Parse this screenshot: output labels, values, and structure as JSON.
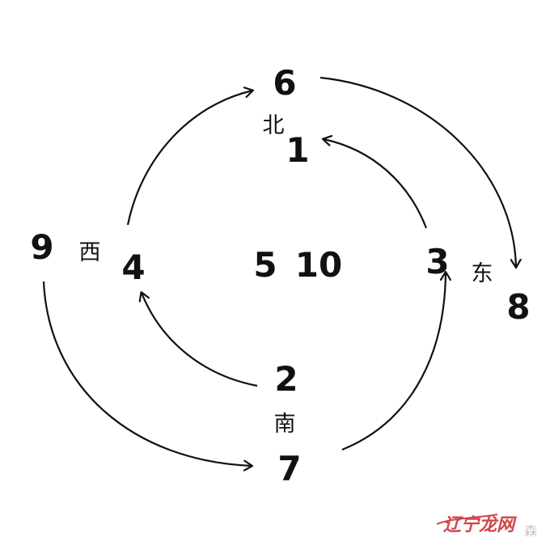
{
  "numbers": {
    "n1": "1",
    "n2": "2",
    "n3": "3",
    "n4": "4",
    "n5": "5",
    "n6": "6",
    "n7": "7",
    "n8": "8",
    "n9": "9",
    "n10": "10"
  },
  "directions": {
    "north": "北",
    "south": "南",
    "east": "东",
    "west": "西"
  },
  "watermark": {
    "logo": "辽宁龙网",
    "suffix": "森"
  },
  "colors": {
    "ink": "#111111",
    "watermark_red": "#c8262b",
    "watermark_gray": "#bbbbbb"
  }
}
